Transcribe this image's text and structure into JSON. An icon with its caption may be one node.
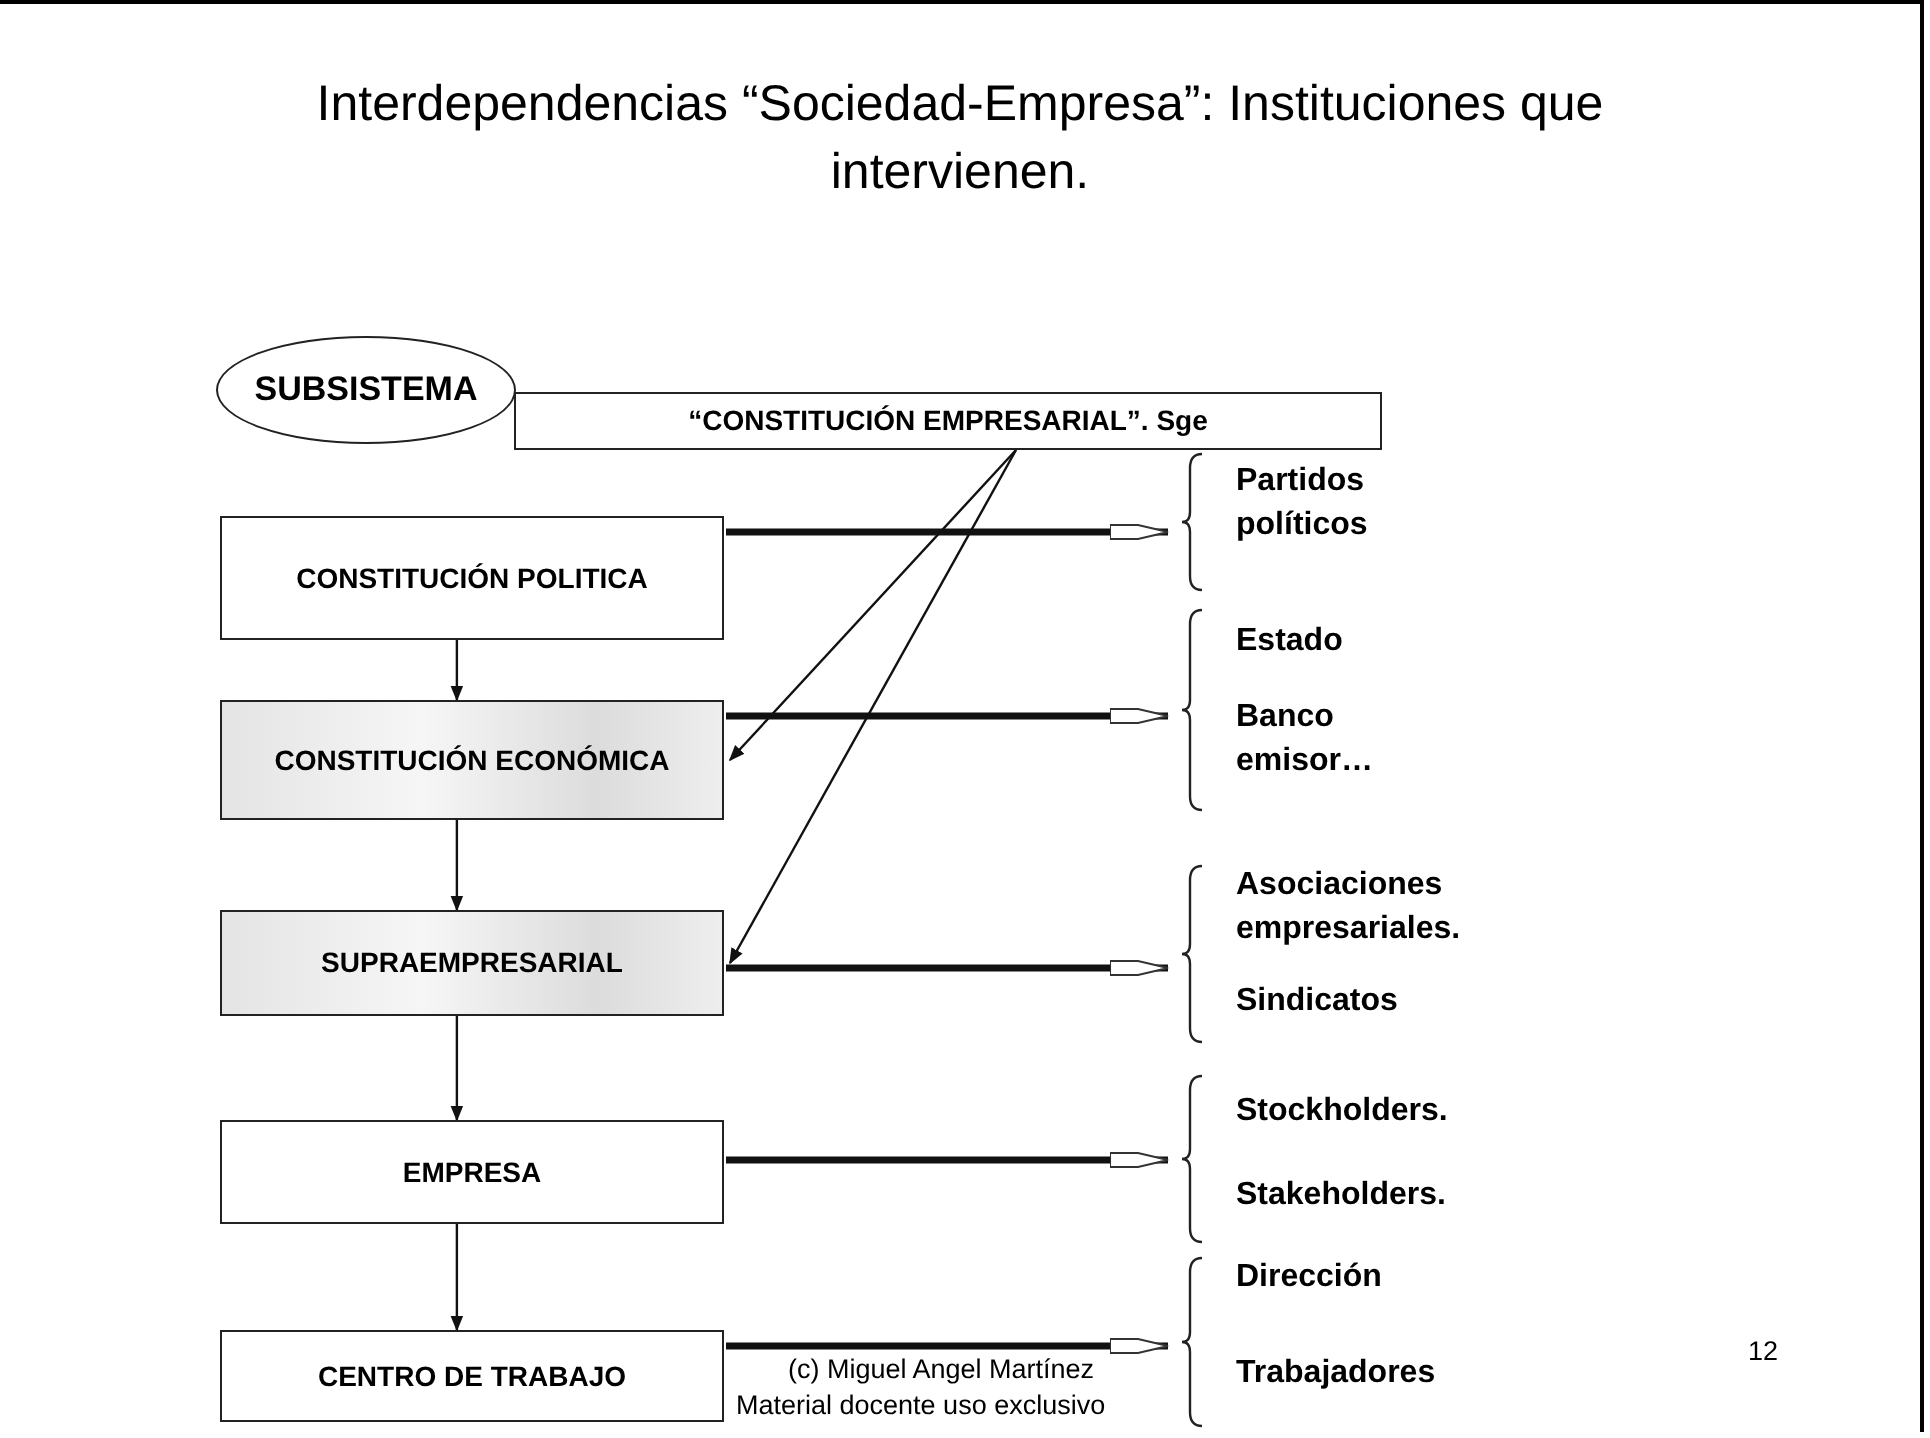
{
  "diagram": {
    "title": "Interdependencias “Sociedad-Empresa”: Instituciones que intervienen.",
    "nodes": [
      {
        "text": [
          "SUBSISTEMA"
        ]
      },
      {
        "text": [
          "“CONSTITUCIÓN EMPRESARIAL”. Sge"
        ]
      },
      {
        "text": [
          "CONSTITUCIÓN POLITICA"
        ]
      },
      {
        "text": [
          "CONSTITUCIÓN ECONÓMICA"
        ]
      },
      {
        "text": [
          "SUPRAEMPRESARIAL"
        ]
      },
      {
        "text": [
          "EMPRESA"
        ]
      },
      {
        "text": [
          "CENTRO DE TRABAJO"
        ]
      },
      {
        "text": [
          "Partidos políticos"
        ]
      },
      {
        "text": [
          "Estado",
          "Banco emisor…"
        ]
      },
      {
        "text": [
          "Asociaciones empresariales.",
          "Sindicatos"
        ]
      },
      {
        "text": [
          "Stockholders.",
          "Stakeholders."
        ]
      },
      {
        "text": [
          "Dirección",
          "Trabajadores"
        ]
      }
    ],
    "edges": [
      {
        "from": 2,
        "to": 3,
        "arrow": "to"
      },
      {
        "from": 3,
        "to": 4,
        "arrow": "to"
      },
      {
        "from": 4,
        "to": 5,
        "arrow": "to"
      },
      {
        "from": 5,
        "to": 6,
        "arrow": "to"
      },
      {
        "from": 1,
        "to": 3,
        "arrow": "to"
      },
      {
        "from": 1,
        "to": 4,
        "arrow": "to"
      },
      {
        "from": 2,
        "to": 7,
        "arrow": "to",
        "style": "thick"
      },
      {
        "from": 3,
        "to": 8,
        "arrow": "to",
        "style": "thick"
      },
      {
        "from": 4,
        "to": 9,
        "arrow": "to",
        "style": "thick"
      },
      {
        "from": 5,
        "to": 10,
        "arrow": "to",
        "style": "thick"
      },
      {
        "from": 6,
        "to": 11,
        "arrow": "to",
        "style": "thick"
      }
    ],
    "labels": [
      "(c) Miguel Angel Martínez",
      "Material docente uso exclusivo",
      "12"
    ]
  }
}
